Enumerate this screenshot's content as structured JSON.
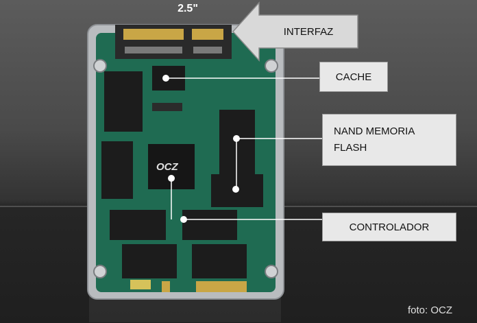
{
  "size_label": "2.5\"",
  "labels": {
    "interfaz": "INTERFAZ",
    "cache": "CACHE",
    "nand_line1": "NAND MEMORIA",
    "nand_line2": "FLASH",
    "controlador": "CONTROLADOR"
  },
  "brand": "OCZ",
  "credit": "foto: OCZ",
  "colors": {
    "pcb_green": "#1f6b52",
    "label_box": "#e8e8e8",
    "connector_gold": "#c9a646",
    "chip_black": "#1a1a1a"
  }
}
